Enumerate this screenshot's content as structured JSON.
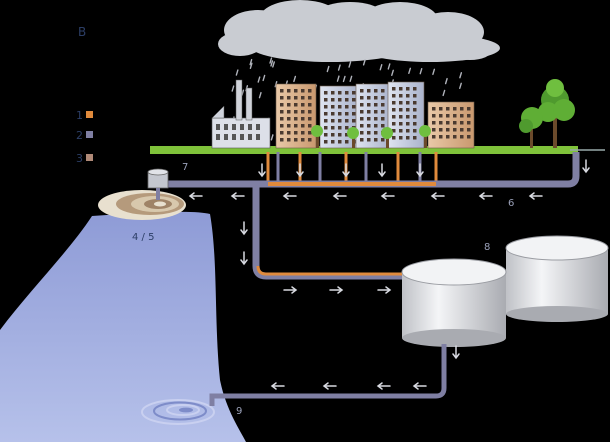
{
  "panel_letter": "B",
  "legend": [
    {
      "number": "1",
      "color": "#e08a3c"
    },
    {
      "number": "2",
      "color": "#7f7fa3"
    },
    {
      "number": "3",
      "color": "#b08a78"
    }
  ],
  "callouts": {
    "overflow": "7",
    "outfall_rings": "4 / 5",
    "trunk_sewer": "6",
    "storage_tanks": "8",
    "discharge": "9"
  },
  "colors": {
    "background": "#000000",
    "ground": "#7fc23a",
    "water": "#9aa7d8",
    "pipe_grey": "#7f7fa3",
    "pipe_orange": "#e08a3c",
    "cloud": "#c9ccd2",
    "tank": "#e6e7ea",
    "callout_text": "#9aa0b8",
    "label_text": "#2c3e66"
  }
}
